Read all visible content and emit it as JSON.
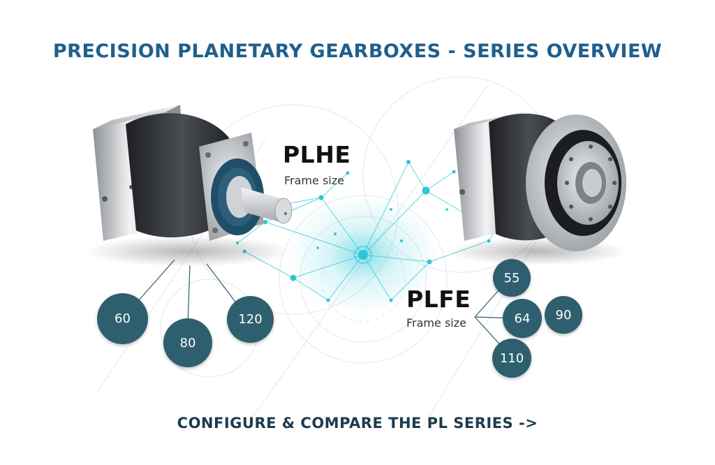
{
  "title": "PRECISION PLANETARY GEARBOXES - SERIES OVERVIEW",
  "series": [
    {
      "name": "PLHE",
      "subtitle": "Frame size",
      "sizes": [
        "60",
        "80",
        "120"
      ]
    },
    {
      "name": "PLFE",
      "subtitle": "Frame size",
      "sizes": [
        "55",
        "64",
        "90",
        "110"
      ]
    }
  ],
  "cta": "CONFIGURE & COMPARE THE PL SERIES ->",
  "colors": {
    "title": "#1f5f8b",
    "badge": "#2e5f6e",
    "network": "#2cc6d6",
    "cta": "#1d3b4c"
  }
}
